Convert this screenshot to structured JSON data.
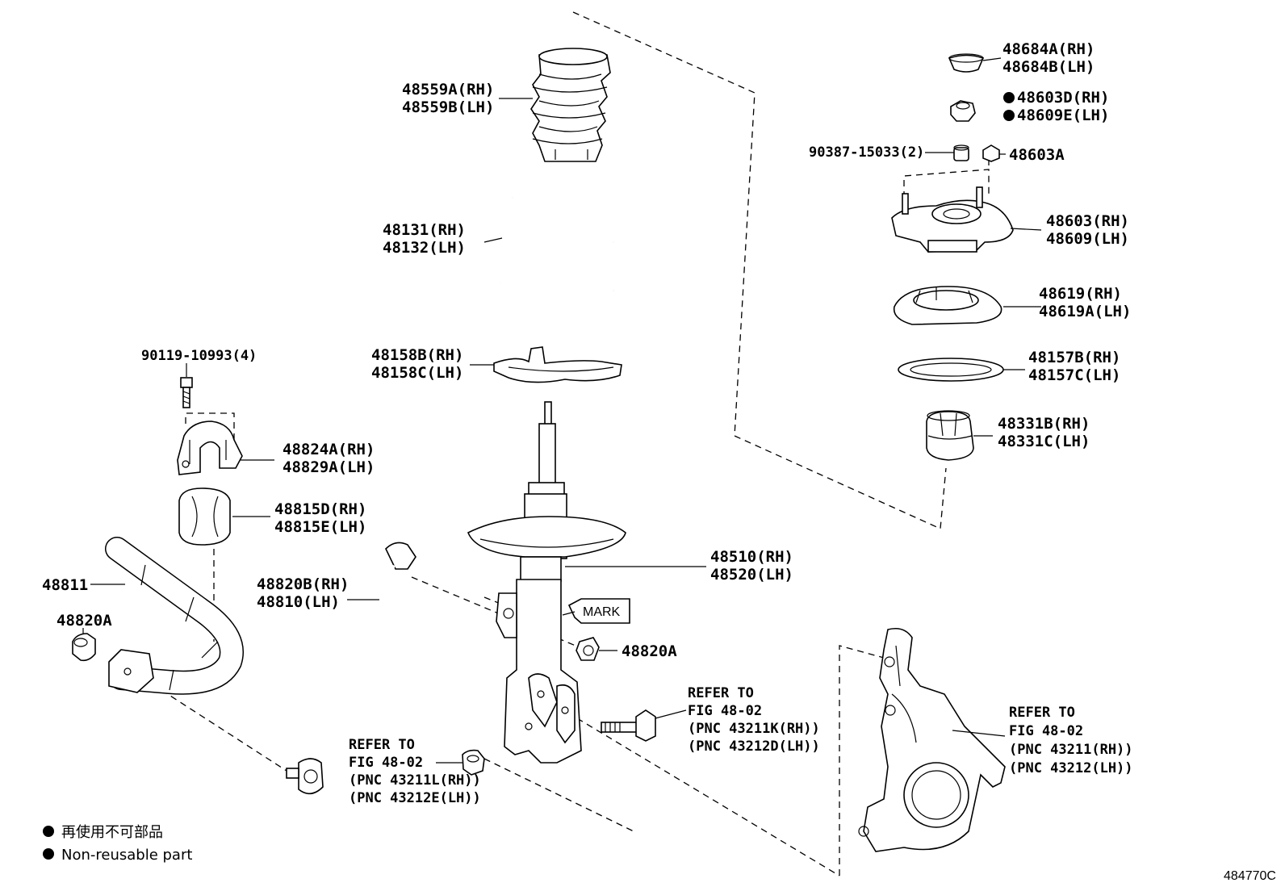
{
  "diagram_code": "484770C",
  "labels": {
    "boot": [
      "48559A(RH)",
      "48559B(LH)"
    ],
    "spring": [
      "48131(RH)",
      "48132(LH)"
    ],
    "spring_seat_lower": [
      "48158B(RH)",
      "48158C(LH)"
    ],
    "bolt_qty": "90119-10993(4)",
    "bracket": [
      "48824A(RH)",
      "48829A(LH)"
    ],
    "bushing": [
      "48815D(RH)",
      "48815E(LH)"
    ],
    "stabilizer_bar": "48811",
    "nut_left": "48820A",
    "link": [
      "48820B(RH)",
      "48810(LH)"
    ],
    "strut": [
      "48510(RH)",
      "48520(LH)"
    ],
    "mark": "MARK",
    "nut_strut": "48820A",
    "cap": [
      "48684A(RH)",
      "48684B(LH)"
    ],
    "nut_top": [
      "48603D(RH)",
      "48609E(LH)"
    ],
    "collar": "90387-15033(2)",
    "nut_small": "48603A",
    "mount": [
      "48603(RH)",
      "48609(LH)"
    ],
    "upper_seat": [
      "48619(RH)",
      "48619A(LH)"
    ],
    "bearing": [
      "48157B(RH)",
      "48157C(LH)"
    ],
    "bumper": [
      "48331B(RH)",
      "48331C(LH)"
    ],
    "refer_bolt": [
      "REFER TO",
      "FIG 48-02",
      "(PNC 43211K(RH))",
      "(PNC 43212D(LH))"
    ],
    "refer_nut": [
      "REFER TO",
      "FIG 48-02",
      "(PNC 43211L(RH))",
      "(PNC 43212E(LH))"
    ],
    "refer_knuckle": [
      "REFER TO",
      "FIG 48-02",
      "(PNC 43211(RH))",
      "(PNC 43212(LH))"
    ]
  },
  "legend": {
    "line1": "再使用不可部品",
    "line2": "Non-reusable part"
  }
}
